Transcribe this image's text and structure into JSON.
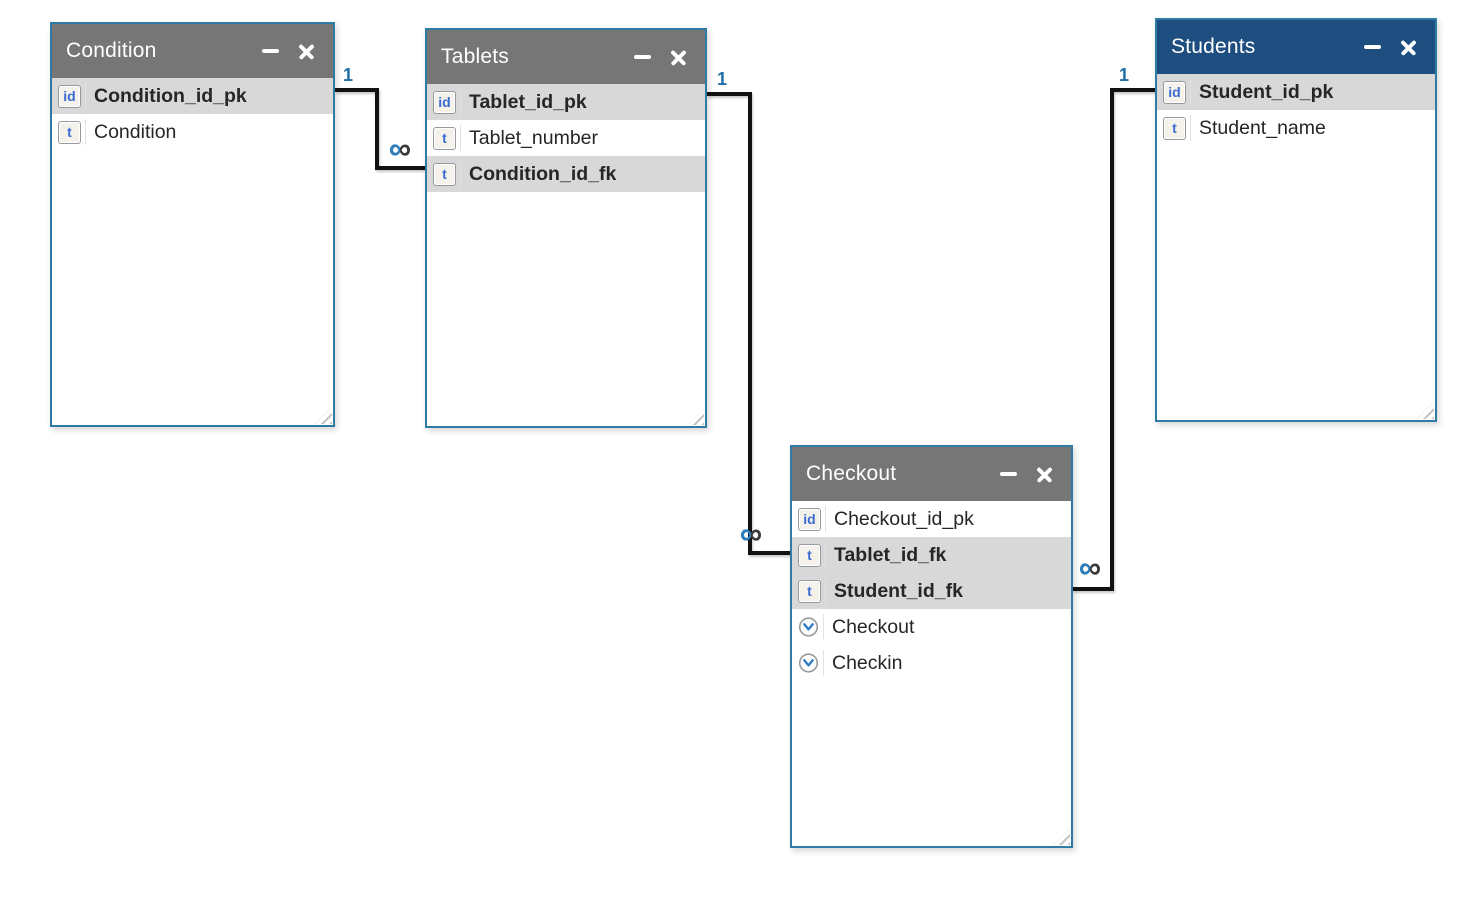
{
  "app": {
    "name": "database-schema-designer",
    "canvas_background": "#ffffff"
  },
  "colors": {
    "panel_border": "#2e7ca3",
    "header_gray": "#767676",
    "header_blue": "#1d4e7f",
    "row_highlight": "#d8d8d8",
    "connector": "#121212",
    "one_label": "#1f6da6",
    "many_symbol_left": "#2b7fc0",
    "many_symbol_right": "#3a3a3a",
    "type_icon_letter": "#3a6bd0"
  },
  "type_icons": {
    "id": "id",
    "t": "t",
    "datetime": "clock-face"
  },
  "window_icons": {
    "minimize": "horizontal-bar",
    "close": "x-cross",
    "resize": "diagonal-grip"
  },
  "tables": [
    {
      "title": "Condition",
      "header_color": "#767676",
      "fields": [
        {
          "label": "Condition_id_pk",
          "icon": "id",
          "highlight": true
        },
        {
          "label": "Condition",
          "icon": "t",
          "highlight": false
        }
      ]
    },
    {
      "title": "Tablets",
      "header_color": "#767676",
      "fields": [
        {
          "label": "Tablet_id_pk",
          "icon": "id",
          "highlight": true
        },
        {
          "label": "Tablet_number",
          "icon": "t",
          "highlight": false
        },
        {
          "label": "Condition_id_fk",
          "icon": "t",
          "highlight": true
        }
      ]
    },
    {
      "title": "Students",
      "header_color": "#1d4e7f",
      "fields": [
        {
          "label": "Student_id_pk",
          "icon": "id",
          "highlight": true
        },
        {
          "label": "Student_name",
          "icon": "t",
          "highlight": false
        }
      ]
    },
    {
      "title": "Checkout",
      "header_color": "#767676",
      "fields": [
        {
          "label": "Checkout_id_pk",
          "icon": "id",
          "highlight": false
        },
        {
          "label": "Tablet_id_fk",
          "icon": "t",
          "highlight": true
        },
        {
          "label": "Student_id_fk",
          "icon": "t",
          "highlight": true
        },
        {
          "label": "Checkout",
          "icon": "datetime",
          "highlight": false
        },
        {
          "label": "Checkin",
          "icon": "datetime",
          "highlight": false
        }
      ]
    }
  ],
  "relations": [
    {
      "from_table": "Condition",
      "from_field": "Condition_id_pk",
      "to_table": "Tablets",
      "to_field": "Condition_id_fk",
      "one_label": "1",
      "many_symbol": "∞"
    },
    {
      "from_table": "Tablets",
      "from_field": "Tablet_id_pk",
      "to_table": "Checkout",
      "to_field": "Tablet_id_fk",
      "one_label": "1",
      "many_symbol": "∞"
    },
    {
      "from_table": "Students",
      "from_field": "Student_id_pk",
      "to_table": "Checkout",
      "to_field": "Student_id_fk",
      "one_label": "1",
      "many_symbol": "∞"
    }
  ]
}
